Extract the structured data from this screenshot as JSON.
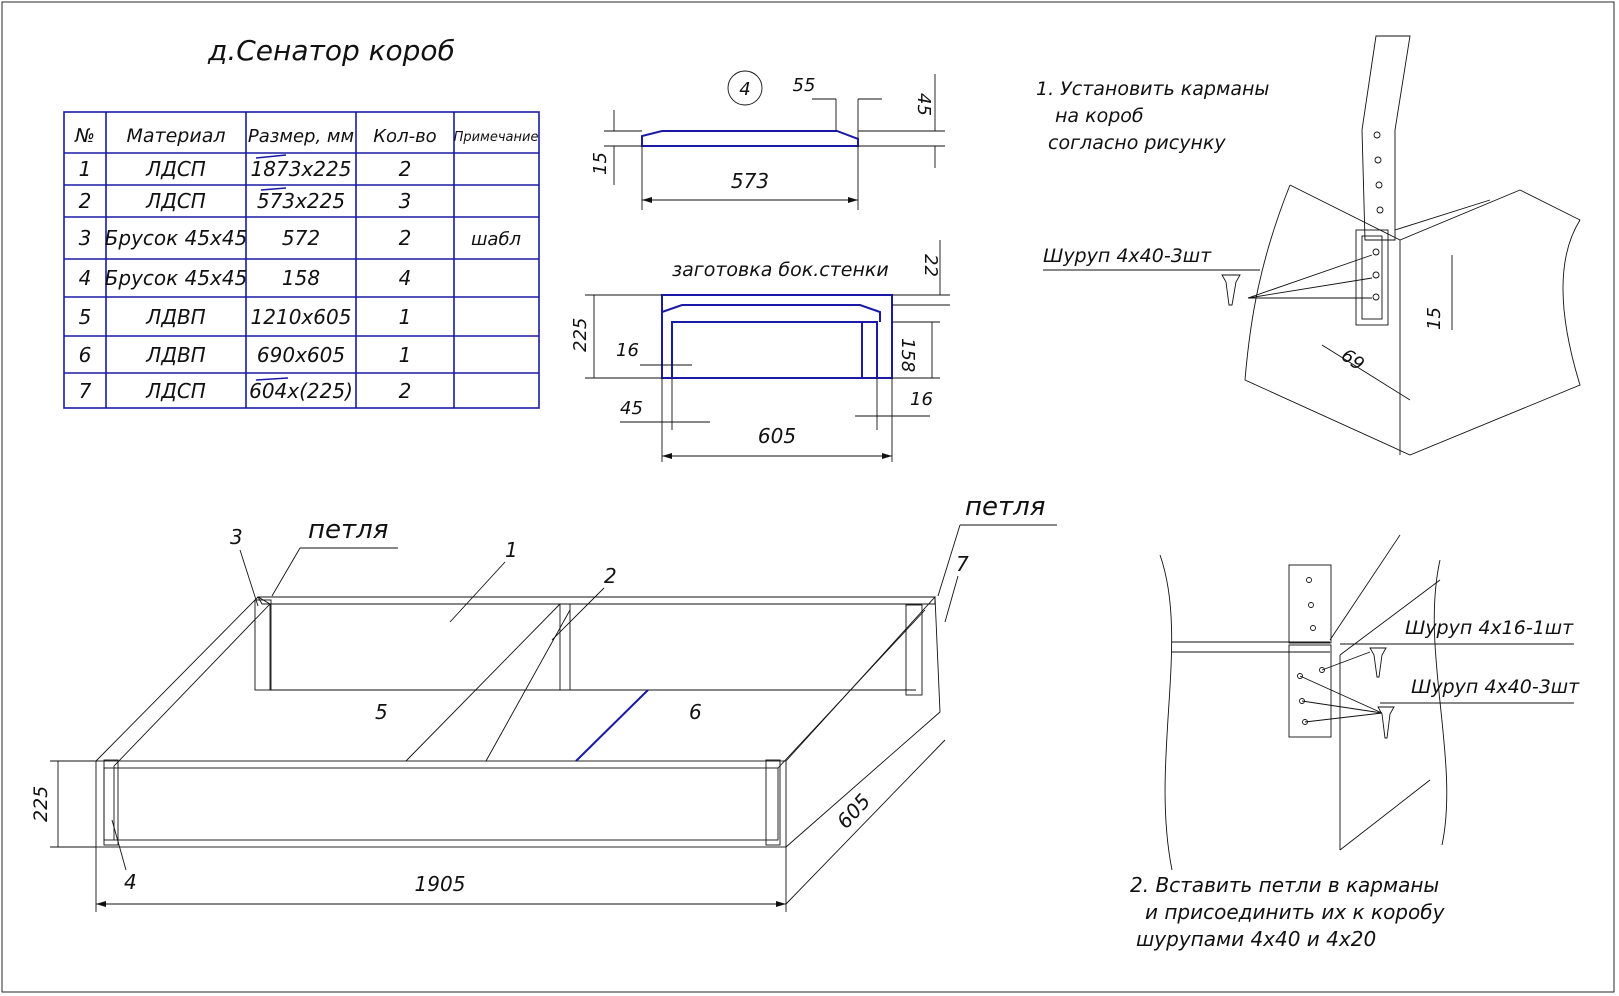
{
  "title": "д.Сенатор короб",
  "table": {
    "headers": [
      "№",
      "Материал",
      "Размер, мм",
      "Кол-во",
      "Примечание"
    ],
    "rows": [
      [
        "1",
        "ЛДСП",
        "1873х225",
        "2",
        ""
      ],
      [
        "2",
        "ЛДСП",
        "573х225",
        "3",
        ""
      ],
      [
        "3",
        "Брусок 45х45",
        "572",
        "2",
        "шабл"
      ],
      [
        "4",
        "Брусок 45х45",
        "158",
        "4",
        ""
      ],
      [
        "5",
        "ЛДВП",
        "1210х605",
        "1",
        ""
      ],
      [
        "6",
        "ЛДВП",
        "690х605",
        "1",
        ""
      ],
      [
        "7",
        "ЛДСП",
        "604х(225)",
        "2",
        ""
      ]
    ]
  },
  "part4": {
    "callout": "4",
    "dim_top": "55",
    "dim_right": "45",
    "dim_left": "15",
    "dim_length": "573"
  },
  "side_wall": {
    "label": "заготовка бок.стенки",
    "dim_22": "22",
    "dim_225": "225",
    "dim_16_left": "16",
    "dim_158": "158",
    "dim_45": "45",
    "dim_16_right": "16",
    "dim_605": "605"
  },
  "step1": {
    "lines": [
      "1. Установить карманы",
      "на короб",
      "согласно рисунку"
    ],
    "screw": "Шуруп 4х40-3шт",
    "dim_69": "69",
    "dim_15": "15"
  },
  "assembly": {
    "hinge_left": "петля",
    "hinge_right": "петля",
    "callouts": [
      "1",
      "2",
      "3",
      "4",
      "5",
      "6",
      "7"
    ],
    "dim_height": "225",
    "dim_depth": "605",
    "dim_length": "1905"
  },
  "step2": {
    "screw_a": "Шуруп 4х16-1шт",
    "screw_b": "Шуруп 4х40-3шт",
    "lines": [
      "2. Вставить петли в карманы",
      "и присоединить их к коробу",
      "шурупами 4х40 и 4х20"
    ]
  }
}
